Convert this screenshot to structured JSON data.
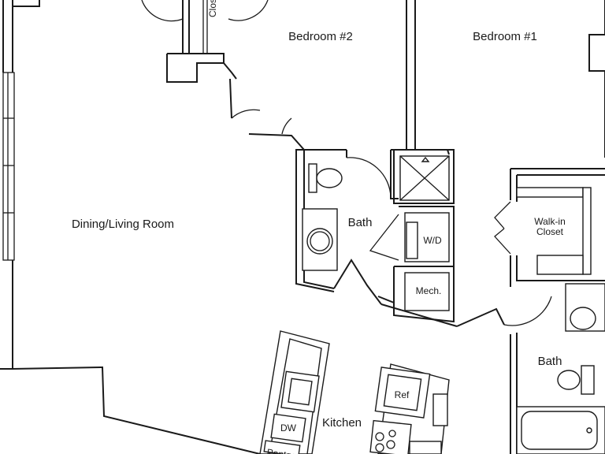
{
  "rooms": {
    "bedroom2": "Bedroom #2",
    "bedroom1": "Bedroom #1",
    "dining_living": "Dining/Living Room",
    "bath_center": "Bath",
    "bath_right": "Bath",
    "walkin_line1": "Walk-in",
    "walkin_line2": "Closet",
    "kitchen": "Kitchen",
    "closet_top": "Clos",
    "pantry": "Pantry"
  },
  "fixtures": {
    "washer_dryer": "W/D",
    "mechanical": "Mech.",
    "refrigerator": "Ref",
    "dishwasher": "DW"
  },
  "colors": {
    "line": "#1a1a1a",
    "background": "#ffffff"
  }
}
